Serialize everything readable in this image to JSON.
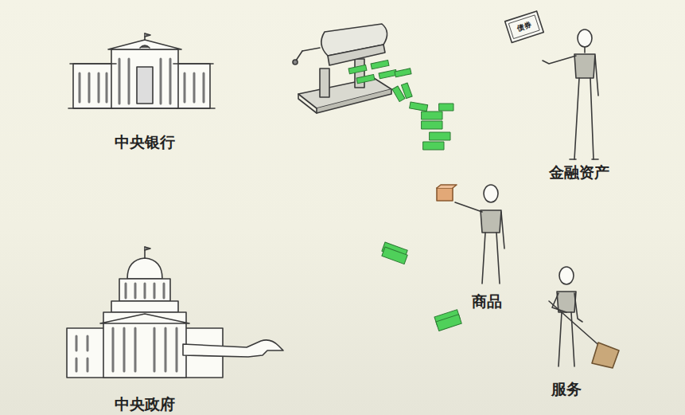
{
  "diagram": {
    "labels": [
      "中央银行",
      "债券",
      "金融资产",
      "商品",
      "服务",
      "中央政府"
    ]
  }
}
